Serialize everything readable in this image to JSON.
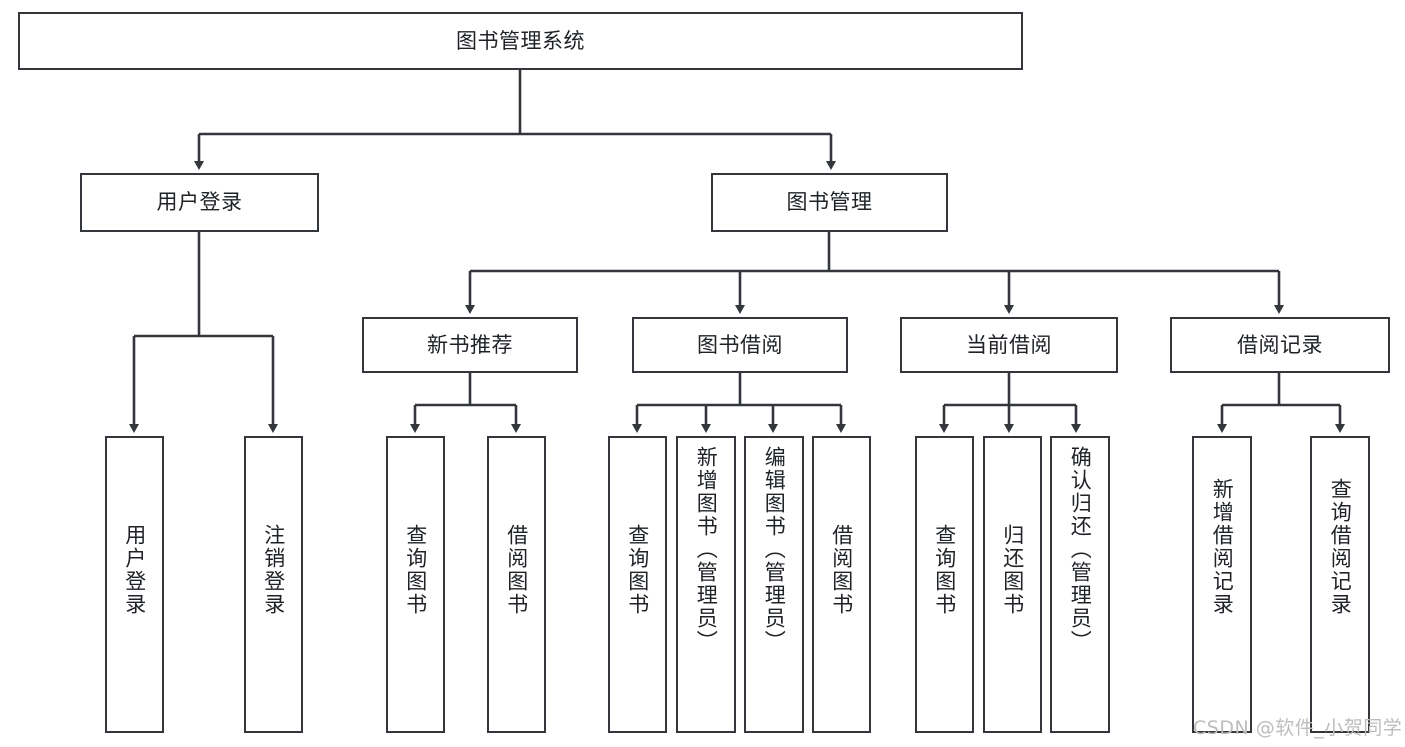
{
  "diagram": {
    "title": "图书管理系统",
    "type": "hierarchy-tree",
    "root": {
      "id": "root",
      "label": "图书管理系统"
    },
    "level2": [
      {
        "id": "user-login",
        "label": "用户登录"
      },
      {
        "id": "book-manage",
        "label": "图书管理"
      }
    ],
    "level3": [
      {
        "id": "new-book-rec",
        "label": "新书推荐",
        "parent": "book-manage"
      },
      {
        "id": "book-borrow",
        "label": "图书借阅",
        "parent": "book-manage"
      },
      {
        "id": "current-borrow",
        "label": "当前借阅",
        "parent": "book-manage"
      },
      {
        "id": "borrow-record",
        "label": "借阅记录",
        "parent": "book-manage"
      }
    ],
    "leaves": [
      {
        "id": "leaf-user-login",
        "label": "用户登录",
        "parent": "user-login"
      },
      {
        "id": "leaf-logout",
        "label": "注销登录",
        "parent": "user-login"
      },
      {
        "id": "leaf-query-book-1",
        "label": "查询图书",
        "parent": "new-book-rec"
      },
      {
        "id": "leaf-borrow-book-1",
        "label": "借阅图书",
        "parent": "new-book-rec"
      },
      {
        "id": "leaf-query-book-2",
        "label": "查询图书",
        "parent": "book-borrow"
      },
      {
        "id": "leaf-add-book",
        "label": "新增图书（管理员）",
        "parent": "book-borrow"
      },
      {
        "id": "leaf-edit-book",
        "label": "编辑图书（管理员）",
        "parent": "book-borrow"
      },
      {
        "id": "leaf-borrow-book-2",
        "label": "借阅图书",
        "parent": "book-borrow"
      },
      {
        "id": "leaf-query-book-3",
        "label": "查询图书",
        "parent": "current-borrow"
      },
      {
        "id": "leaf-return-book",
        "label": "归还图书",
        "parent": "current-borrow"
      },
      {
        "id": "leaf-confirm-return",
        "label": "确认归还（管理员）",
        "parent": "current-borrow"
      },
      {
        "id": "leaf-add-record",
        "label": "新增借阅记录",
        "parent": "borrow-record"
      },
      {
        "id": "leaf-query-record",
        "label": "查询借阅记录",
        "parent": "borrow-record"
      }
    ]
  },
  "watermark": {
    "text": "CSDN @软件_小贺同学"
  },
  "colors": {
    "stroke": "#33363b",
    "text": "#1f2226",
    "background": "#ffffff",
    "watermark": "#bdbdbd"
  }
}
